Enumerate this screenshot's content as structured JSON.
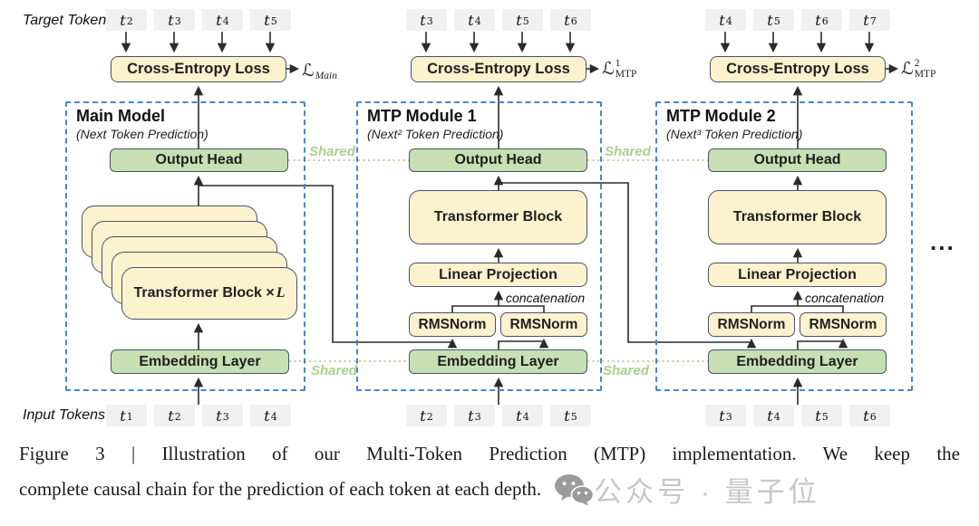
{
  "labels": {
    "target_tokens": "Target Tokens",
    "input_tokens": "Input Tokens",
    "shared": "Shared",
    "concatenation": "concatenation",
    "ellipsis": "..."
  },
  "modules": [
    {
      "title": "Main Model",
      "subtitle": "(Next Token Prediction)",
      "target_tokens": [
        "t2",
        "t3",
        "t4",
        "t5"
      ],
      "input_tokens": [
        "t1",
        "t2",
        "t3",
        "t4"
      ],
      "cross_entropy": "Cross-Entropy Loss",
      "loss": {
        "symbol": "ℒ",
        "sup": "",
        "sub": "Main"
      },
      "output_head": "Output Head",
      "transformer_block_prefix": "Transformer Block ×",
      "transformer_block_var": "L",
      "embedding": "Embedding Layer"
    },
    {
      "title": "MTP Module 1",
      "subtitle": "(Next² Token Prediction)",
      "target_tokens": [
        "t3",
        "t4",
        "t5",
        "t6"
      ],
      "input_tokens": [
        "t2",
        "t3",
        "t4",
        "t5"
      ],
      "cross_entropy": "Cross-Entropy Loss",
      "loss": {
        "symbol": "ℒ",
        "sup": "1",
        "sub": "MTP"
      },
      "output_head": "Output Head",
      "transformer_block": "Transformer Block",
      "linear_projection": "Linear Projection",
      "rmsnorm_left": "RMSNorm",
      "rmsnorm_right": "RMSNorm",
      "embedding": "Embedding Layer"
    },
    {
      "title": "MTP Module 2",
      "subtitle": "(Next³ Token Prediction)",
      "target_tokens": [
        "t4",
        "t5",
        "t6",
        "t7"
      ],
      "input_tokens": [
        "t3",
        "t4",
        "t5",
        "t6"
      ],
      "cross_entropy": "Cross-Entropy Loss",
      "loss": {
        "symbol": "ℒ",
        "sup": "2",
        "sub": "MTP"
      },
      "output_head": "Output Head",
      "transformer_block": "Transformer Block",
      "linear_projection": "Linear Projection",
      "rmsnorm_left": "RMSNorm",
      "rmsnorm_right": "RMSNorm",
      "embedding": "Embedding Layer"
    }
  ],
  "caption": {
    "line1": "Figure 3 | Illustration of our Multi-Token Prediction (MTP) implementation.  We keep the",
    "line2": "complete causal chain for the prediction of each token at each depth.",
    "watermark": "公众号 · 量子位"
  },
  "colors": {
    "box_yellow": "#fdf2ce",
    "box_green": "#c6e0b4",
    "box_border": "#44546a",
    "dashed_frame": "#4a86c8",
    "shared_green": "#a9d18e",
    "token_gray": "#f1f1f1",
    "wire": "#2b2b2b"
  }
}
